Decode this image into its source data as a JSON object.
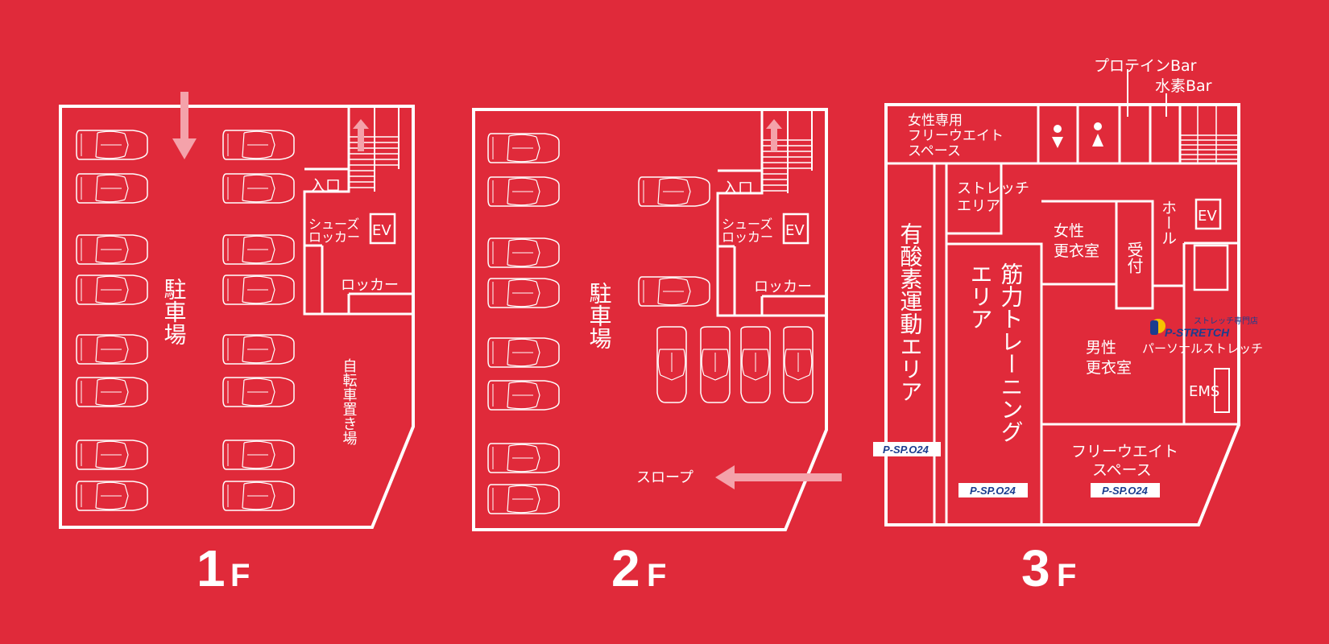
{
  "colors": {
    "background": "#e02a3a",
    "lines": "#ffffff",
    "arrow": "#f4a2aa"
  },
  "floors": [
    {
      "number": "1",
      "unit": "F",
      "labels": {
        "parking": "駐車場",
        "entrance": "入口",
        "shoe_locker": [
          "シューズ",
          "ロッカー"
        ],
        "ev": "EV",
        "locker": "ロッカー",
        "bicycle": "自転車置き場"
      }
    },
    {
      "number": "2",
      "unit": "F",
      "labels": {
        "parking": "駐車場",
        "entrance": "入口",
        "shoe_locker": [
          "シューズ",
          "ロッカー"
        ],
        "ev": "EV",
        "locker": "ロッカー",
        "slope": "スロープ"
      }
    },
    {
      "number": "3",
      "unit": "F",
      "labels": {
        "protein_bar": "プロテインBar",
        "hydrogen_bar": "水素Bar",
        "women_free_weight": [
          "女性専用",
          "フリーウエイト",
          "スペース"
        ],
        "stretch_area": [
          "ストレッチ",
          "エリア"
        ],
        "aerobic_area": "有酸素運動エリア",
        "strength_area": [
          "筋力トレーニング",
          "エリア"
        ],
        "women_locker": [
          "女性",
          "更衣室"
        ],
        "reception": "受付",
        "hall": "ホール",
        "ev": "EV",
        "men_locker": [
          "男性",
          "更衣室"
        ],
        "personal_stretch": "パーソナルストレッチ",
        "stretch_shop": "ストレッチ専門店",
        "stretch_logo": "P-STRETCH",
        "ems": "EMS",
        "free_weight": [
          "フリーウエイト",
          "スペース"
        ],
        "pspo_logo": "P-SP.O24"
      }
    }
  ]
}
